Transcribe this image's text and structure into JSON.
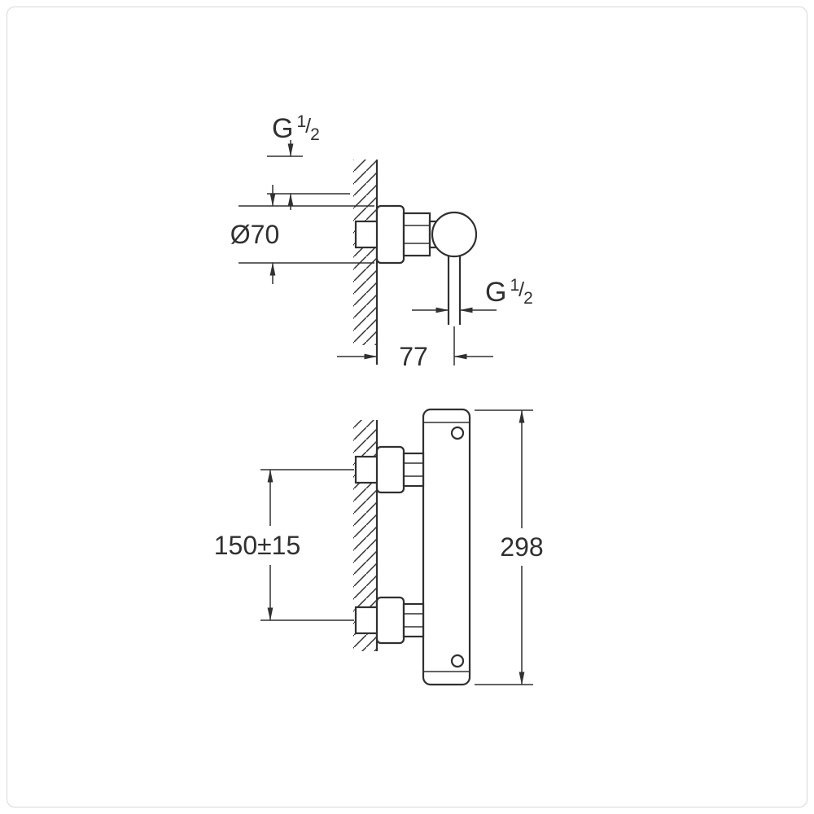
{
  "page": {
    "background": "#ffffff",
    "border_color": "#d8d8d8"
  },
  "drawing": {
    "line_color": "#303030",
    "side_view": {
      "inlet_thread": {
        "letter": "G",
        "numerator": "1",
        "slash": "/",
        "denominator": "2"
      },
      "escutcheon_diameter": "Ø70",
      "outlet_thread": {
        "letter": "G",
        "numerator": "1",
        "slash": "/",
        "denominator": "2"
      },
      "wall_to_outlet_distance": "77"
    },
    "front_view": {
      "inlet_spacing": "150±15",
      "overall_height": "298"
    }
  }
}
